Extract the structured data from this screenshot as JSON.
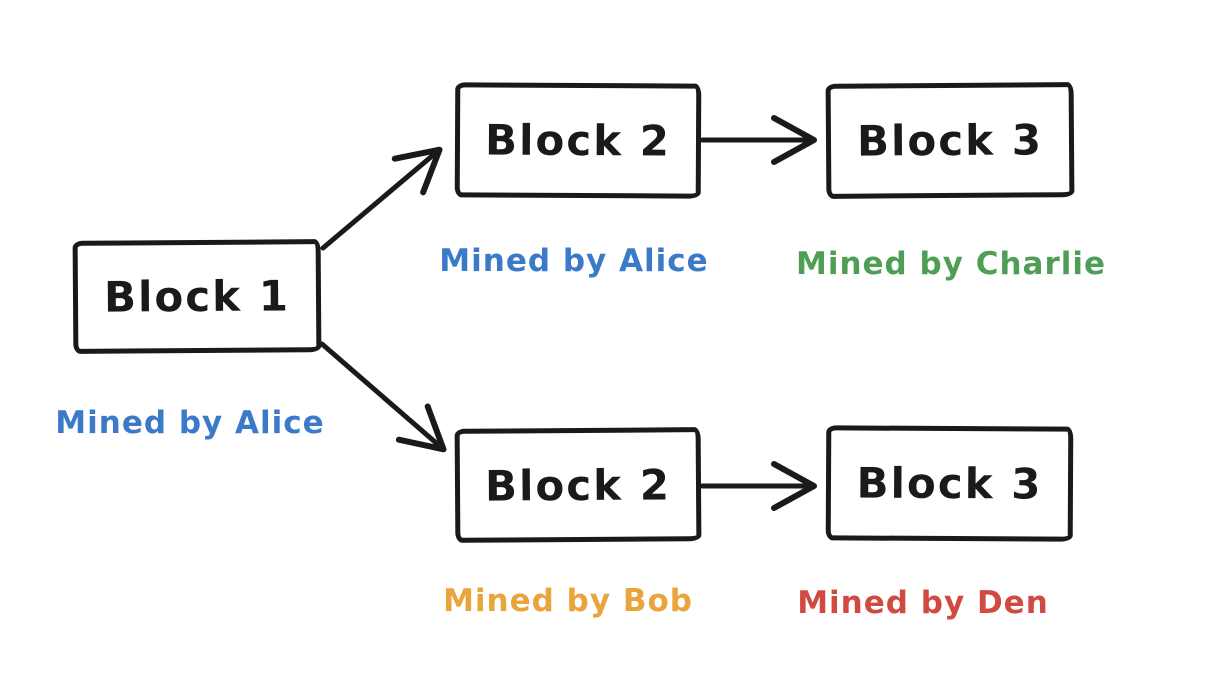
{
  "diagram": {
    "type": "blockchain-fork",
    "colors": {
      "stroke": "#1a1a1a",
      "background": "#ffffff",
      "alice_blue": "#3b7ac9",
      "charlie_green": "#4f9e55",
      "bob_orange": "#e9a43c",
      "den_red": "#d14a42"
    },
    "blocks": [
      {
        "id": "block-1",
        "label": "Block 1",
        "miner": "Mined by Alice",
        "miner_color": "#3b7ac9"
      },
      {
        "id": "block-2-top",
        "label": "Block 2",
        "miner": "Mined by Alice",
        "miner_color": "#3b7ac9"
      },
      {
        "id": "block-3-top",
        "label": "Block 3",
        "miner": "Mined by Charlie",
        "miner_color": "#4f9e55"
      },
      {
        "id": "block-2-bottom",
        "label": "Block 2",
        "miner": "Mined by Bob",
        "miner_color": "#e9a43c"
      },
      {
        "id": "block-3-bottom",
        "label": "Block 3",
        "miner": "Mined by Den",
        "miner_color": "#d14a42"
      }
    ],
    "edges": [
      {
        "from": "block-1",
        "to": "block-2-top"
      },
      {
        "from": "block-1",
        "to": "block-2-bottom"
      },
      {
        "from": "block-2-top",
        "to": "block-3-top"
      },
      {
        "from": "block-2-bottom",
        "to": "block-3-bottom"
      }
    ]
  }
}
